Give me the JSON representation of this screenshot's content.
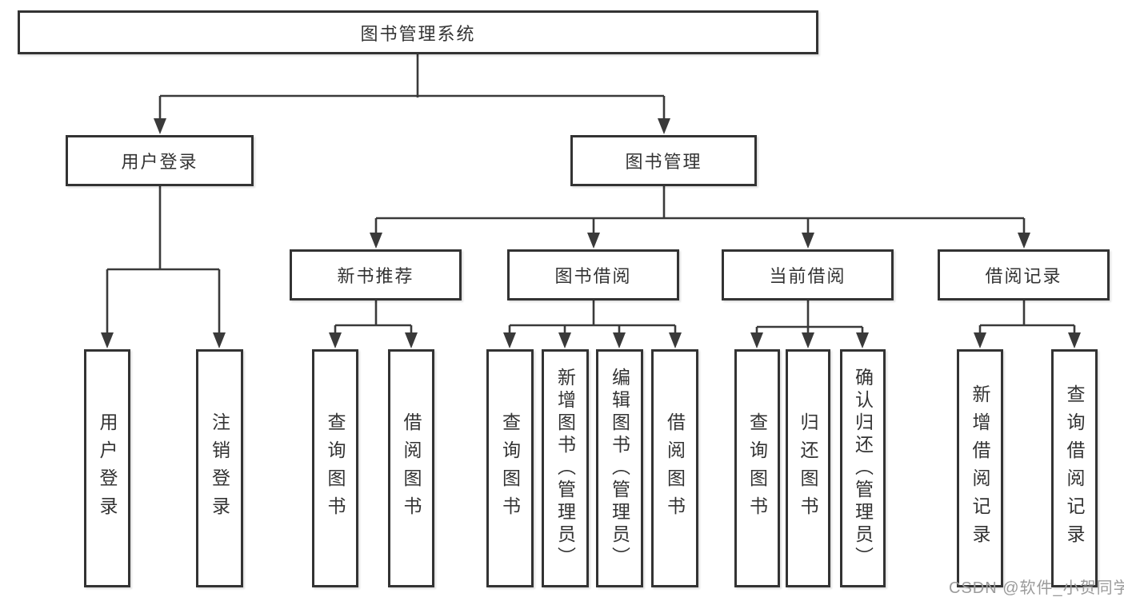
{
  "tree": {
    "root": "图书管理系统",
    "level2": {
      "user_login": "用户登录",
      "book_management": "图书管理"
    },
    "level3": {
      "new_book_recommend": "新书推荐",
      "book_borrow": "图书借阅",
      "current_borrow": "当前借阅",
      "borrow_record": "借阅记录"
    },
    "leaves": {
      "user_login": [
        "用户登录",
        "注销登录"
      ],
      "new_book_recommend": [
        "查询图书",
        "借阅图书"
      ],
      "book_borrow": [
        "查询图书",
        "新增图书（管理员）",
        "编辑图书（管理员）",
        "借阅图书"
      ],
      "current_borrow": [
        "查询图书",
        "归还图书",
        "确认归还（管理员）"
      ],
      "borrow_record": [
        "新增借阅记录",
        "查询借阅记录"
      ]
    }
  },
  "watermark": {
    "text": "CSDN @软件_小贺同学"
  },
  "colors": {
    "line": "#3a3a3a",
    "box_border": "#333333",
    "text": "#333333",
    "watermark": "#9b9b9b",
    "background": "#ffffff"
  }
}
